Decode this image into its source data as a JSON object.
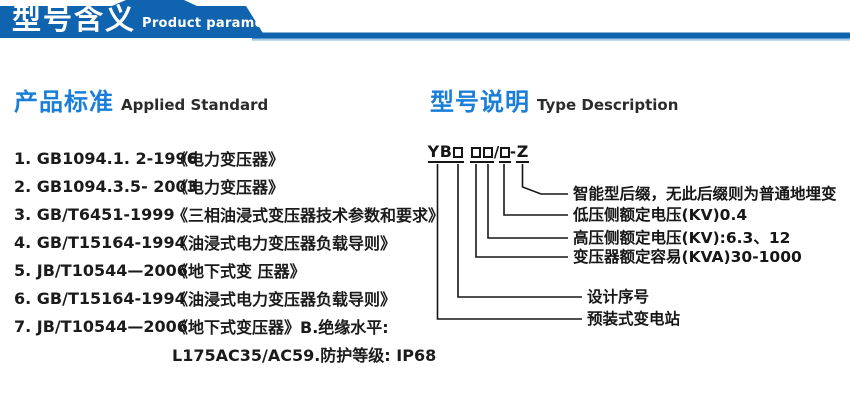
{
  "header": {
    "title_zh": "型号含义",
    "title_en": "Product parameters"
  },
  "applied_standard": {
    "heading_zh": "产品标准",
    "heading_en": "Applied Standard",
    "items": [
      {
        "code": "1. GB1094.1. 2-1996",
        "title": "《电力变压器》"
      },
      {
        "code": "2. GB1094.3.5- 2003",
        "title": "《电力变压器》"
      },
      {
        "code": "3. GB/T6451-1999",
        "title": "《三相油浸式变压器技术参数和要求》"
      },
      {
        "code": "4. GB/T15164-1994",
        "title": "《油浸式电力变压器负载导则》"
      },
      {
        "code": "5. JB/T10544—2006",
        "title": "《地下式变 压器》"
      },
      {
        "code": "6. GB/T15164-1994",
        "title": "《油浸式电力变压器负载导则》"
      },
      {
        "code": "7. JB/T10544—2006",
        "title": "《地下式变压器》B.绝缘水平:"
      },
      {
        "code": "",
        "title": "L175AC35/AC59.防护等级: IP68"
      }
    ]
  },
  "type_description": {
    "heading_zh": "型号说明",
    "heading_en": "Type Description",
    "model_code": {
      "prefix": "YB",
      "slash": "/",
      "dash": "-",
      "suffix": "Z"
    },
    "labels": [
      "智能型后缀，无此后缀则为普通地埋变",
      "低压侧额定电压(KV)0.4",
      "高压侧额定电压(KV):6.3、12",
      "变压器额定容易(KVA)30-1000",
      "设计序号",
      "预装式变电站"
    ]
  },
  "colors": {
    "banner_blue": "#1063ae",
    "banner_light_blue": "#a6c9e8",
    "heading_blue": "#1a7ed8",
    "text_dark": "#161616"
  }
}
